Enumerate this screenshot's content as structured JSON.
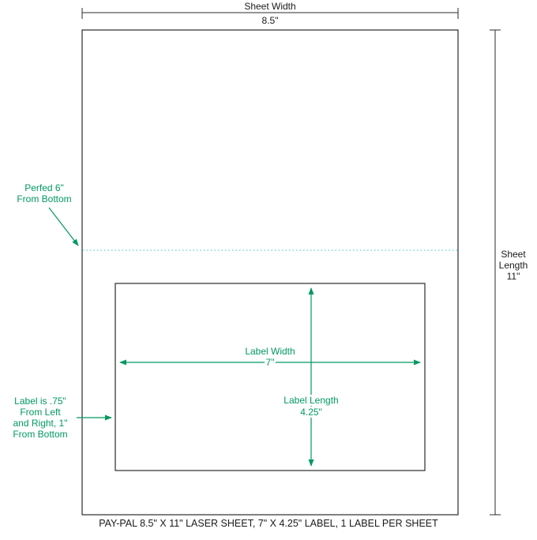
{
  "colors": {
    "annotation_green": "#009960",
    "perf_cyan": "#5ad2d2",
    "line_ink": "#2b2b2b"
  },
  "sheet": {
    "width_label": "Sheet Width",
    "width_value": "8.5\"",
    "length_note": "Sheet\nLength\n11\""
  },
  "perf": {
    "note": "Perfed 6\"\nFrom Bottom"
  },
  "label": {
    "width_label": "Label Width",
    "width_value": "7\"",
    "length_label": "Label Length",
    "length_value": "4.25\"",
    "margin_note": "Label is .75\"\nFrom Left\nand Right, 1\"\nFrom Bottom"
  },
  "caption": "PAY-PAL 8.5\" X 11\" LASER SHEET, 7\" X 4.25\" LABEL, 1 LABEL PER SHEET"
}
